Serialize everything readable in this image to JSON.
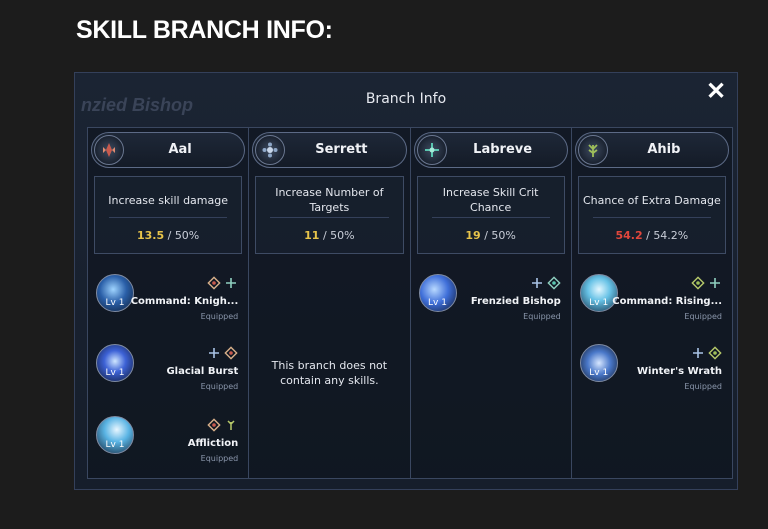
{
  "page": {
    "heading": "SKILL BRANCH INFO:"
  },
  "dialog": {
    "title": "Branch Info",
    "bg_title": "nzied Bishop",
    "close_label": "✕"
  },
  "branches": [
    {
      "name": "Aal",
      "icon": "aal-emblem-icon",
      "accent": "#b9483f",
      "description": "Increase skill damage",
      "current": "13.5",
      "current_color": "#e7c44a",
      "max": "50%",
      "skills": [
        {
          "name": "Command: Knigh...",
          "level": "Lv 1",
          "status": "Equipped",
          "icon_color": "#4b93d8"
        },
        {
          "name": "Glacial Burst",
          "level": "Lv 1",
          "status": "Equipped",
          "icon_color": "#3d62d6"
        },
        {
          "name": "Affliction",
          "level": "Lv 1",
          "status": "Equipped",
          "icon_color": "#5ab4e4"
        }
      ]
    },
    {
      "name": "Serrett",
      "icon": "serrett-emblem-icon",
      "accent": "#8fa8c8",
      "description": "Increase Number of Targets",
      "current": "11",
      "current_color": "#e7c44a",
      "max": "50%",
      "empty_message": "This branch does not contain any skills.",
      "skills": []
    },
    {
      "name": "Labreve",
      "icon": "labreve-emblem-icon",
      "accent": "#5ac6b0",
      "description": "Increase Skill Crit Chance",
      "current": "19",
      "current_color": "#e7c44a",
      "max": "50%",
      "skills": [
        {
          "name": "Frenzied Bishop",
          "level": "Lv 1",
          "status": "Equipped",
          "icon_color": "#3f6fd9"
        }
      ]
    },
    {
      "name": "Ahib",
      "icon": "ahib-emblem-icon",
      "accent": "#9fbf5a",
      "description": "Chance of Extra Damage",
      "current": "54.2",
      "current_color": "#e0463c",
      "max": "54.2%",
      "skills": [
        {
          "name": "Command: Rising...",
          "level": "Lv 1",
          "status": "Equipped",
          "icon_color": "#67c2e6"
        },
        {
          "name": "Winter's Wrath",
          "level": "Lv 1",
          "status": "Equipped",
          "icon_color": "#4a78c9"
        }
      ]
    }
  ]
}
